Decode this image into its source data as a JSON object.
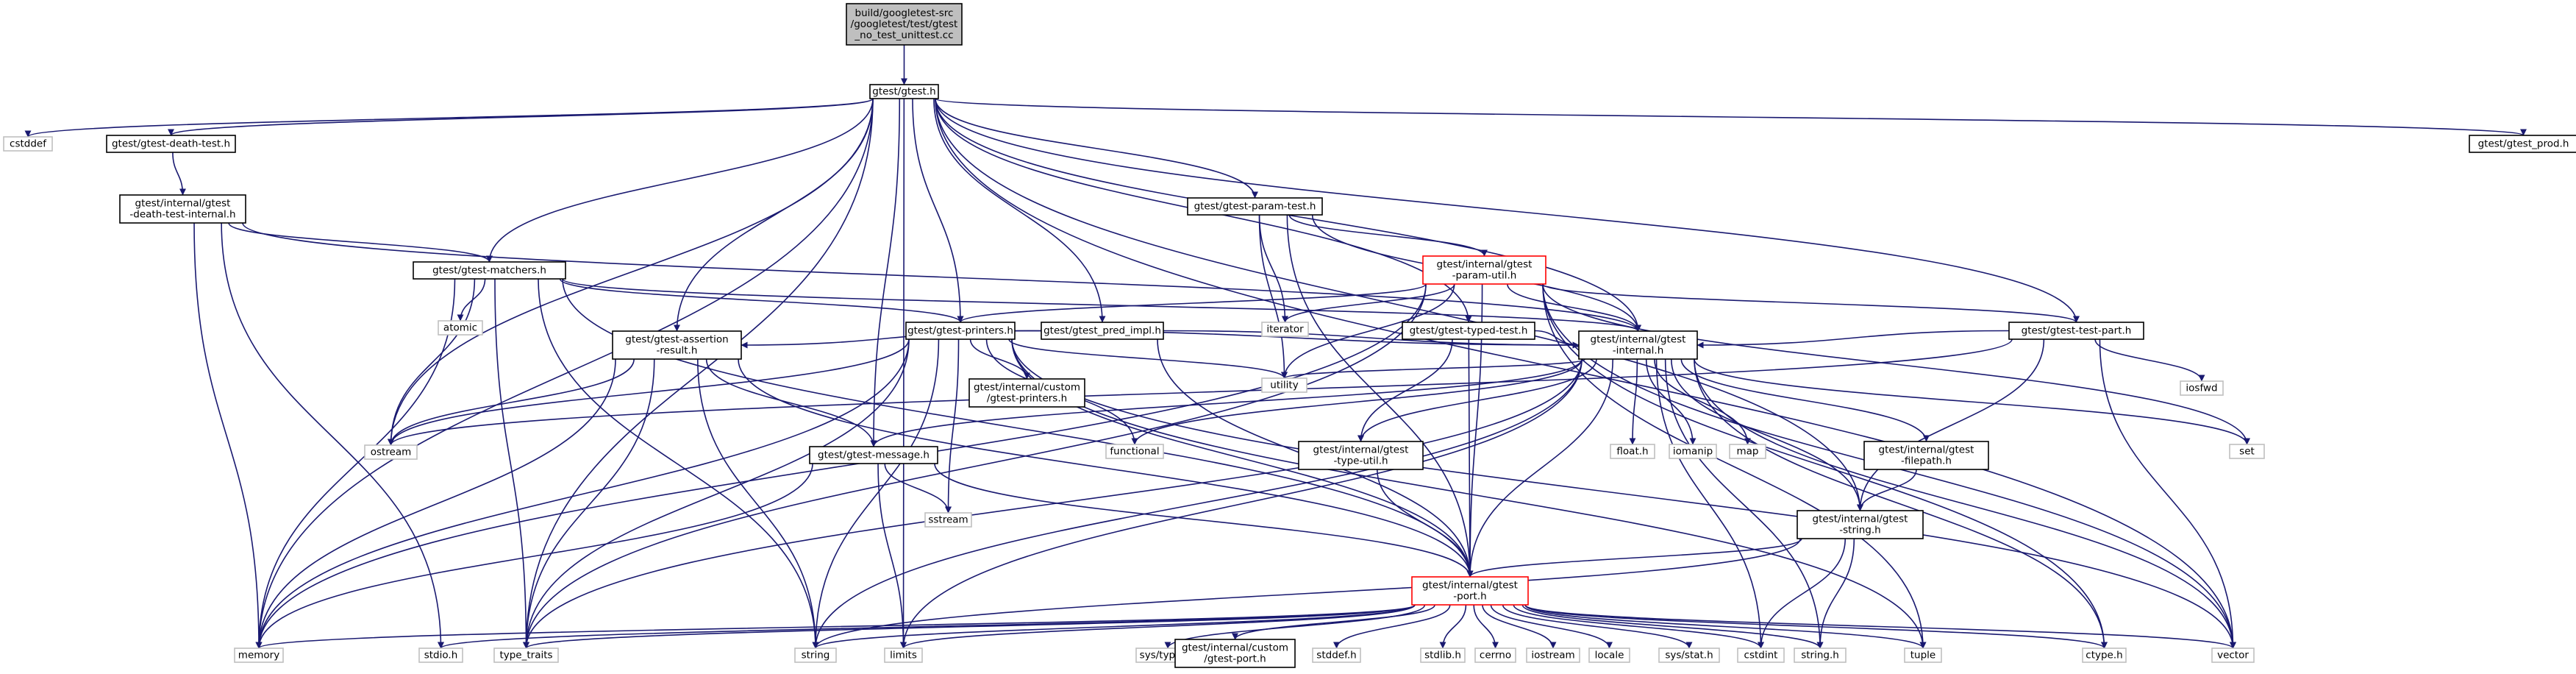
{
  "graph": {
    "kind": "include dependency graph",
    "colors": {
      "edge": "#191970",
      "root_fill": "#bfbfbf",
      "system_border": "#bfbfbf",
      "incomplete_border": "#ff0000",
      "node_border": "#000000"
    },
    "nodes": [
      {
        "id": "root",
        "lines": [
          "build/googletest-src",
          "/googletest/test/gtest",
          "_no_test_unittest.cc"
        ],
        "style": "root"
      },
      {
        "id": "gtest_h",
        "lines": [
          "gtest/gtest.h"
        ],
        "style": "normal"
      },
      {
        "id": "cstddef",
        "lines": [
          "cstddef"
        ],
        "style": "system"
      },
      {
        "id": "death_test",
        "lines": [
          "gtest/gtest-death-test.h"
        ],
        "style": "normal"
      },
      {
        "id": "death_internal",
        "lines": [
          "gtest/internal/gtest",
          "-death-test-internal.h"
        ],
        "style": "normal"
      },
      {
        "id": "matchers",
        "lines": [
          "gtest/gtest-matchers.h"
        ],
        "style": "normal"
      },
      {
        "id": "atomic",
        "lines": [
          "atomic"
        ],
        "style": "system"
      },
      {
        "id": "printers",
        "lines": [
          "gtest/gtest-printers.h"
        ],
        "style": "normal"
      },
      {
        "id": "pred_impl",
        "lines": [
          "gtest/gtest_pred_impl.h"
        ],
        "style": "normal"
      },
      {
        "id": "assertion",
        "lines": [
          "gtest/gtest-assertion",
          "-result.h"
        ],
        "style": "normal"
      },
      {
        "id": "custom_printers",
        "lines": [
          "gtest/internal/custom",
          "/gtest-printers.h"
        ],
        "style": "normal"
      },
      {
        "id": "message",
        "lines": [
          "gtest/gtest-message.h"
        ],
        "style": "normal"
      },
      {
        "id": "sstream",
        "lines": [
          "sstream"
        ],
        "style": "system"
      },
      {
        "id": "ostream",
        "lines": [
          "ostream"
        ],
        "style": "system"
      },
      {
        "id": "functional",
        "lines": [
          "functional"
        ],
        "style": "system"
      },
      {
        "id": "utility",
        "lines": [
          "utility"
        ],
        "style": "system"
      },
      {
        "id": "param_test",
        "lines": [
          "gtest/gtest-param-test.h"
        ],
        "style": "normal"
      },
      {
        "id": "param_util",
        "lines": [
          "gtest/internal/gtest",
          "-param-util.h"
        ],
        "style": "incomplete"
      },
      {
        "id": "iterator",
        "lines": [
          "iterator"
        ],
        "style": "system"
      },
      {
        "id": "typed_test",
        "lines": [
          "gtest/gtest-typed-test.h"
        ],
        "style": "normal"
      },
      {
        "id": "internal",
        "lines": [
          "gtest/internal/gtest",
          "-internal.h"
        ],
        "style": "normal"
      },
      {
        "id": "type_util",
        "lines": [
          "gtest/internal/gtest",
          "-type-util.h"
        ],
        "style": "normal"
      },
      {
        "id": "float_h",
        "lines": [
          "float.h"
        ],
        "style": "system"
      },
      {
        "id": "iomanip",
        "lines": [
          "iomanip"
        ],
        "style": "system"
      },
      {
        "id": "map",
        "lines": [
          "map"
        ],
        "style": "system"
      },
      {
        "id": "filepath",
        "lines": [
          "gtest/internal/gtest",
          "-filepath.h"
        ],
        "style": "normal"
      },
      {
        "id": "istring",
        "lines": [
          "gtest/internal/gtest",
          "-string.h"
        ],
        "style": "normal"
      },
      {
        "id": "set",
        "lines": [
          "set"
        ],
        "style": "system"
      },
      {
        "id": "test_part",
        "lines": [
          "gtest/gtest-test-part.h"
        ],
        "style": "normal"
      },
      {
        "id": "iosfwd",
        "lines": [
          "iosfwd"
        ],
        "style": "system"
      },
      {
        "id": "prod",
        "lines": [
          "gtest/gtest_prod.h"
        ],
        "style": "normal"
      },
      {
        "id": "port",
        "lines": [
          "gtest/internal/gtest",
          "-port.h"
        ],
        "style": "incomplete"
      },
      {
        "id": "memory",
        "lines": [
          "memory"
        ],
        "style": "system"
      },
      {
        "id": "stdio_h",
        "lines": [
          "stdio.h"
        ],
        "style": "system"
      },
      {
        "id": "type_traits",
        "lines": [
          "type_traits"
        ],
        "style": "system"
      },
      {
        "id": "string",
        "lines": [
          "string"
        ],
        "style": "system"
      },
      {
        "id": "limits",
        "lines": [
          "limits"
        ],
        "style": "system"
      },
      {
        "id": "sys_types",
        "lines": [
          "sys/types.h"
        ],
        "style": "system"
      },
      {
        "id": "custom_port",
        "lines": [
          "gtest/internal/custom",
          "/gtest-port.h"
        ],
        "style": "normal"
      },
      {
        "id": "stddef_h",
        "lines": [
          "stddef.h"
        ],
        "style": "system"
      },
      {
        "id": "stdlib_h",
        "lines": [
          "stdlib.h"
        ],
        "style": "system"
      },
      {
        "id": "cerrno",
        "lines": [
          "cerrno"
        ],
        "style": "system"
      },
      {
        "id": "iostream",
        "lines": [
          "iostream"
        ],
        "style": "system"
      },
      {
        "id": "locale",
        "lines": [
          "locale"
        ],
        "style": "system"
      },
      {
        "id": "sys_stat",
        "lines": [
          "sys/stat.h"
        ],
        "style": "system"
      },
      {
        "id": "cstdint",
        "lines": [
          "cstdint"
        ],
        "style": "system"
      },
      {
        "id": "string_h",
        "lines": [
          "string.h"
        ],
        "style": "system"
      },
      {
        "id": "tuple",
        "lines": [
          "tuple"
        ],
        "style": "system"
      },
      {
        "id": "ctype_h",
        "lines": [
          "ctype.h"
        ],
        "style": "system"
      },
      {
        "id": "vector",
        "lines": [
          "vector"
        ],
        "style": "system"
      }
    ],
    "edges": [
      [
        "root",
        "gtest_h"
      ],
      [
        "gtest_h",
        "cstddef"
      ],
      [
        "gtest_h",
        "death_test"
      ],
      [
        "gtest_h",
        "memory"
      ],
      [
        "gtest_h",
        "ostream"
      ],
      [
        "gtest_h",
        "matchers"
      ],
      [
        "gtest_h",
        "assertion"
      ],
      [
        "gtest_h",
        "type_traits"
      ],
      [
        "gtest_h",
        "limits"
      ],
      [
        "gtest_h",
        "message"
      ],
      [
        "gtest_h",
        "printers"
      ],
      [
        "gtest_h",
        "pred_impl"
      ],
      [
        "gtest_h",
        "param_test"
      ],
      [
        "gtest_h",
        "typed_test"
      ],
      [
        "gtest_h",
        "internal"
      ],
      [
        "gtest_h",
        "test_part"
      ],
      [
        "gtest_h",
        "istring"
      ],
      [
        "gtest_h",
        "prod"
      ],
      [
        "gtest_h",
        "vector"
      ],
      [
        "death_test",
        "death_internal"
      ],
      [
        "death_internal",
        "matchers"
      ],
      [
        "death_internal",
        "internal"
      ],
      [
        "death_internal",
        "memory"
      ],
      [
        "death_internal",
        "stdio_h"
      ],
      [
        "matchers",
        "atomic"
      ],
      [
        "matchers",
        "memory"
      ],
      [
        "matchers",
        "ostream"
      ],
      [
        "matchers",
        "string"
      ],
      [
        "matchers",
        "type_traits"
      ],
      [
        "matchers",
        "printers"
      ],
      [
        "matchers",
        "internal"
      ],
      [
        "matchers",
        "port"
      ],
      [
        "printers",
        "custom_printers"
      ],
      [
        "printers",
        "functional"
      ],
      [
        "printers",
        "memory"
      ],
      [
        "printers",
        "ostream"
      ],
      [
        "printers",
        "sstream"
      ],
      [
        "printers",
        "string"
      ],
      [
        "printers",
        "tuple"
      ],
      [
        "printers",
        "type_traits"
      ],
      [
        "printers",
        "utility"
      ],
      [
        "printers",
        "vector"
      ],
      [
        "printers",
        "internal"
      ],
      [
        "printers",
        "port"
      ],
      [
        "pred_impl",
        "assertion"
      ],
      [
        "pred_impl",
        "internal"
      ],
      [
        "pred_impl",
        "port"
      ],
      [
        "assertion",
        "memory"
      ],
      [
        "assertion",
        "ostream"
      ],
      [
        "assertion",
        "string"
      ],
      [
        "assertion",
        "type_traits"
      ],
      [
        "assertion",
        "message"
      ],
      [
        "assertion",
        "port"
      ],
      [
        "message",
        "limits"
      ],
      [
        "message",
        "memory"
      ],
      [
        "message",
        "sstream"
      ],
      [
        "message",
        "port"
      ],
      [
        "param_test",
        "iterator"
      ],
      [
        "param_test",
        "utility"
      ],
      [
        "param_test",
        "param_util"
      ],
      [
        "param_test",
        "internal"
      ],
      [
        "param_test",
        "port"
      ],
      [
        "param_util",
        "ctype_h"
      ],
      [
        "param_util",
        "iterator"
      ],
      [
        "param_util",
        "memory"
      ],
      [
        "param_util",
        "set"
      ],
      [
        "param_util",
        "tuple"
      ],
      [
        "param_util",
        "type_traits"
      ],
      [
        "param_util",
        "utility"
      ],
      [
        "param_util",
        "vector"
      ],
      [
        "param_util",
        "internal"
      ],
      [
        "param_util",
        "port"
      ],
      [
        "param_util",
        "printers"
      ],
      [
        "param_util",
        "test_part"
      ],
      [
        "typed_test",
        "internal"
      ],
      [
        "typed_test",
        "port"
      ],
      [
        "typed_test",
        "type_util"
      ],
      [
        "internal",
        "port"
      ],
      [
        "internal",
        "ctype_h"
      ],
      [
        "internal",
        "float_h"
      ],
      [
        "internal",
        "string_h"
      ],
      [
        "internal",
        "cstdint"
      ],
      [
        "internal",
        "functional"
      ],
      [
        "internal",
        "iomanip"
      ],
      [
        "internal",
        "limits"
      ],
      [
        "internal",
        "map"
      ],
      [
        "internal",
        "set"
      ],
      [
        "internal",
        "string"
      ],
      [
        "internal",
        "type_traits"
      ],
      [
        "internal",
        "utility"
      ],
      [
        "internal",
        "vector"
      ],
      [
        "internal",
        "message"
      ],
      [
        "internal",
        "filepath"
      ],
      [
        "internal",
        "istring"
      ],
      [
        "internal",
        "type_util"
      ],
      [
        "type_util",
        "port"
      ],
      [
        "filepath",
        "istring"
      ],
      [
        "istring",
        "port"
      ],
      [
        "istring",
        "string_h"
      ],
      [
        "istring",
        "cstdint"
      ],
      [
        "istring",
        "string"
      ],
      [
        "test_part",
        "iosfwd"
      ],
      [
        "test_part",
        "ostream"
      ],
      [
        "test_part",
        "internal"
      ],
      [
        "test_part",
        "istring"
      ],
      [
        "test_part",
        "vector"
      ],
      [
        "port",
        "ctype_h"
      ],
      [
        "port",
        "limits"
      ],
      [
        "port",
        "stddef_h"
      ],
      [
        "port",
        "stdio_h"
      ],
      [
        "port",
        "stdlib_h"
      ],
      [
        "port",
        "string_h"
      ],
      [
        "port",
        "cerrno"
      ],
      [
        "port",
        "cstdint"
      ],
      [
        "port",
        "iostream"
      ],
      [
        "port",
        "locale"
      ],
      [
        "port",
        "memory"
      ],
      [
        "port",
        "string"
      ],
      [
        "port",
        "tuple"
      ],
      [
        "port",
        "type_traits"
      ],
      [
        "port",
        "vector"
      ],
      [
        "port",
        "sys_types"
      ],
      [
        "port",
        "sys_stat"
      ],
      [
        "port",
        "custom_port"
      ]
    ]
  }
}
